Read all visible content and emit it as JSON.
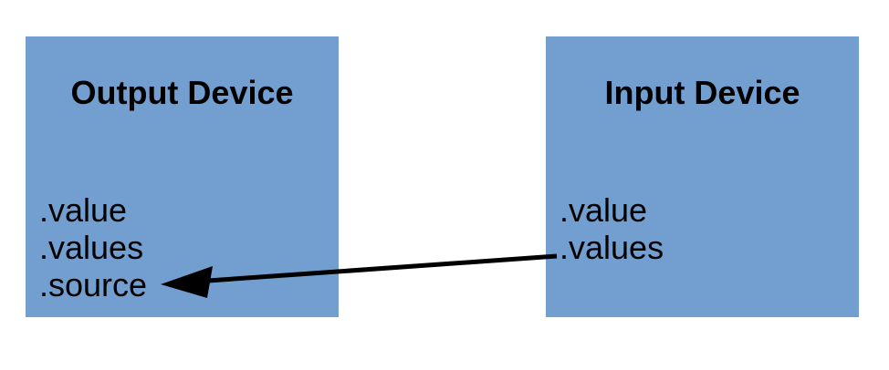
{
  "colors": {
    "background": "#ffffff",
    "box_fill": "#729fcf",
    "text": "#000000",
    "arrow": "#000000"
  },
  "boxes": [
    {
      "id": "output-device",
      "title": "Output Device",
      "properties": [
        ".value",
        ".values",
        ".source"
      ]
    },
    {
      "id": "input-device",
      "title": "Input Device",
      "properties": [
        ".value",
        ".values"
      ]
    }
  ],
  "arrow": {
    "from_box": "Input Device",
    "from_property": ".values",
    "to_box": "Output Device",
    "to_property": ".source"
  }
}
